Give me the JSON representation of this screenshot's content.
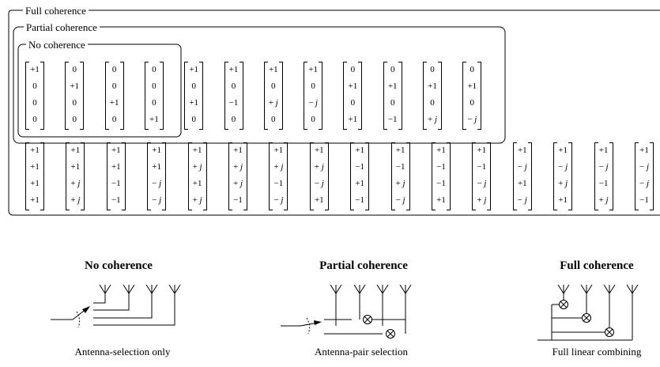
{
  "groups": {
    "full": "Full coherence",
    "partial": "Partial coherence",
    "none": "No coherence"
  },
  "matrices_row1": [
    [
      "+1",
      "0",
      "0",
      "0"
    ],
    [
      "0",
      "+1",
      "0",
      "0"
    ],
    [
      "0",
      "0",
      "+1",
      "0"
    ],
    [
      "0",
      "0",
      "0",
      "+1"
    ],
    [
      "+1",
      "0",
      "+1",
      "0"
    ],
    [
      "+1",
      "0",
      "−1",
      "0"
    ],
    [
      "+1",
      "0",
      "+ j",
      "0"
    ],
    [
      "+1",
      "0",
      "− j",
      "0"
    ],
    [
      "0",
      "+1",
      "0",
      "+1"
    ],
    [
      "0",
      "+1",
      "0",
      "−1"
    ],
    [
      "0",
      "+1",
      "0",
      "+ j"
    ],
    [
      "0",
      "+1",
      "0",
      "− j"
    ]
  ],
  "matrices_row2": [
    [
      "+1",
      "+1",
      "+1",
      "+1"
    ],
    [
      "+1",
      "+1",
      "+ j",
      "+ j"
    ],
    [
      "+1",
      "+1",
      "−1",
      "−1"
    ],
    [
      "+1",
      "+1",
      "− j",
      "− j"
    ],
    [
      "+1",
      "+ j",
      "+1",
      "+ j"
    ],
    [
      "+1",
      "+ j",
      "+ j",
      "−1"
    ],
    [
      "+1",
      "+ j",
      "−1",
      "− j"
    ],
    [
      "+1",
      "+ j",
      "− j",
      "+1"
    ],
    [
      "+1",
      "−1",
      "+1",
      "−1"
    ],
    [
      "+1",
      "−1",
      "+ j",
      "− j"
    ],
    [
      "+1",
      "−1",
      "−1",
      "+1"
    ],
    [
      "+1",
      "−1",
      "− j",
      "+ j"
    ],
    [
      "+1",
      "− j",
      "+1",
      "− j"
    ],
    [
      "+1",
      "− j",
      "+ j",
      "+1"
    ],
    [
      "+1",
      "− j",
      "−1",
      "+ j"
    ],
    [
      "+1",
      "− j",
      "− j",
      "−1"
    ]
  ],
  "diagrams": [
    {
      "heading": "No coherence",
      "caption": "Antenna-selection only"
    },
    {
      "heading": "Partial coherence",
      "caption": "Antenna-pair selection"
    },
    {
      "heading": "Full coherence",
      "caption": "Full linear combining"
    }
  ]
}
